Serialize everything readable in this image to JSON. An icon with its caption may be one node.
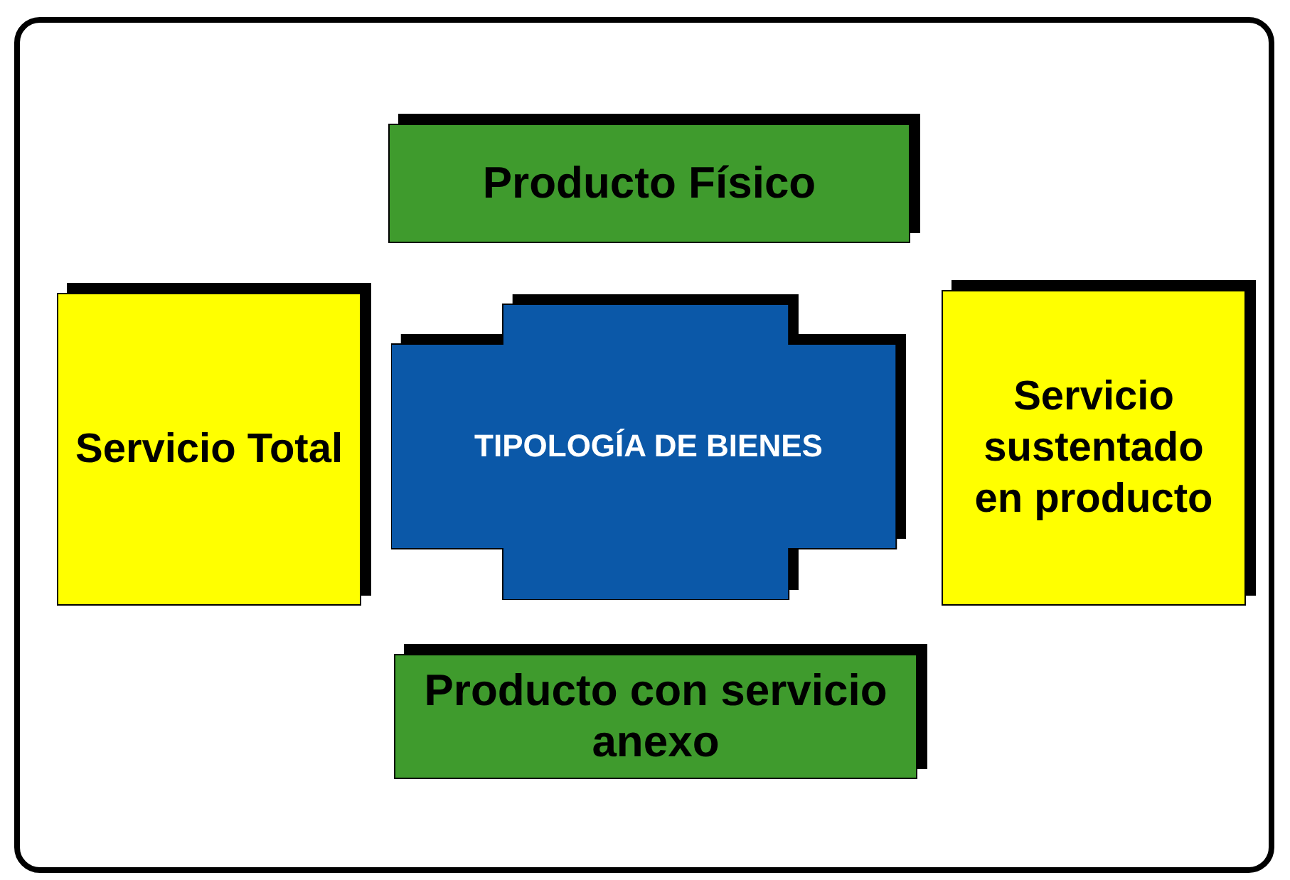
{
  "diagram": {
    "nodes": [
      {
        "text": [
          "Producto Físico"
        ]
      },
      {
        "text": [
          "Servicio Total"
        ]
      },
      {
        "text": [
          "TIPOLOGÍA DE BIENES"
        ]
      },
      {
        "text": [
          "Servicio sustentado en producto"
        ]
      },
      {
        "text": [
          "Producto con servicio anexo"
        ]
      }
    ]
  }
}
